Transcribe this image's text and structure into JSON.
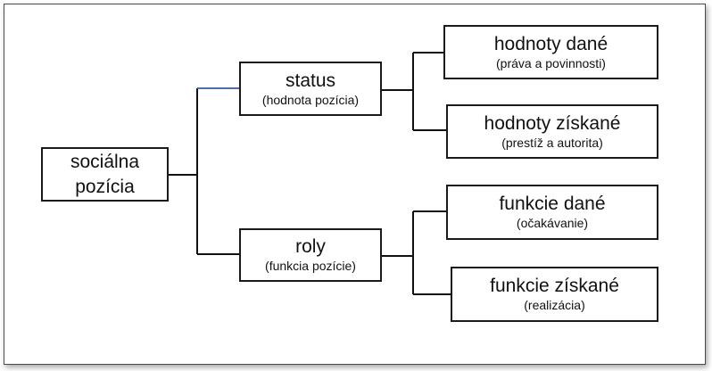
{
  "diagram": {
    "root": {
      "line1": "sociálna",
      "line2": "pozícia"
    },
    "status": {
      "title": "status",
      "subtitle": "(hodnota pozícia)"
    },
    "roles": {
      "title": "roly",
      "subtitle": "(funkcia pozície)"
    },
    "values_given": {
      "title": "hodnoty dané",
      "subtitle": "(práva a povinnosti)"
    },
    "values_acquired": {
      "title": "hodnoty získané",
      "subtitle": "(prestíž a autorita)"
    },
    "functions_given": {
      "title": "funkcie dané",
      "subtitle": "(očakávanie)"
    },
    "functions_acquired": {
      "title": "funkcie získané",
      "subtitle": "(realizácia)"
    }
  },
  "colors": {
    "line": "#111111",
    "accent_line": "#4a6fa5",
    "border": "#1a1a1a"
  }
}
